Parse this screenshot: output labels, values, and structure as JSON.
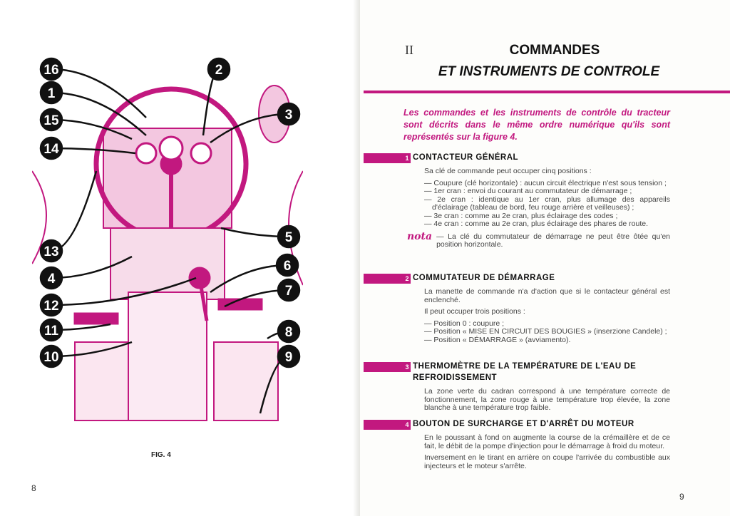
{
  "left_page": {
    "figure_caption": "FIG. 4",
    "page_number": "8",
    "callouts": [
      {
        "label": "16",
        "side": "left"
      },
      {
        "label": "1",
        "side": "left"
      },
      {
        "label": "15",
        "side": "left"
      },
      {
        "label": "14",
        "side": "left"
      },
      {
        "label": "13",
        "side": "left"
      },
      {
        "label": "4",
        "side": "left"
      },
      {
        "label": "12",
        "side": "left"
      },
      {
        "label": "11",
        "side": "left"
      },
      {
        "label": "10",
        "side": "left"
      },
      {
        "label": "2",
        "side": "right"
      },
      {
        "label": "3",
        "side": "right"
      },
      {
        "label": "5",
        "side": "right"
      },
      {
        "label": "6",
        "side": "right"
      },
      {
        "label": "7",
        "side": "right"
      },
      {
        "label": "8",
        "side": "right"
      },
      {
        "label": "9",
        "side": "right"
      }
    ],
    "accent_color": "#c2187f"
  },
  "right_page": {
    "chapter": "II",
    "title_line1": "COMMANDES",
    "title_line2": "ET INSTRUMENTS DE CONTROLE",
    "intro": "Les commandes et les instruments de contrôle du tracteur sont décrits dans le même ordre numérique qu'ils sont représentés sur la figure 4.",
    "page_number": "9",
    "sections": [
      {
        "num": "1",
        "title": "CONTACTEUR GÉNÉRAL",
        "p1": "Sa clé de commande peut occuper cinq positions :",
        "items": [
          "— Coupure (clé horizontale) : aucun circuit électrique n'est sous tension ;",
          "— 1er cran : envoi du courant au commutateur de démarrage ;",
          "— 2e cran : identique au 1er cran, plus allumage des appareils d'éclairage (tableau de bord, feu rouge arrière et veilleuses) ;",
          "— 3e cran : comme au 2e cran, plus éclairage des codes ;",
          "— 4e cran : comme au 2e cran, plus éclairage des phares de route."
        ],
        "nota_label": "nota",
        "nota": "— La clé du commutateur de démarrage ne peut être ôtée qu'en position horizontale."
      },
      {
        "num": "2",
        "title": "COMMUTATEUR DE DÉMARRAGE",
        "p1": "La manette de commande n'a d'action que si le contacteur général est enclenché.",
        "p2": "Il peut occuper trois positions :",
        "items": [
          "— Position 0 : coupure ;",
          "— Position « MISE EN CIRCUIT DES BOUGIES » (inserzione Candele) ;",
          "— Position « DÉMARRAGE » (avviamento)."
        ]
      },
      {
        "num": "3",
        "title": "THERMOMÈTRE DE LA TEMPÉRATURE DE L'EAU DE REFROIDISSEMENT",
        "p1": "La zone verte du cadran correspond à une température correcte de fonctionnement, la zone rouge à une température trop élevée, la zone blanche à une température trop faible."
      },
      {
        "num": "4",
        "title": "BOUTON DE SURCHARGE ET D'ARRÊT DU MOTEUR",
        "p1": "En le poussant à fond on augmente la course de la crémaillère et de ce fait, le débit de la pompe d'injection pour le démarrage à froid du moteur.",
        "p2": "Inversement en le tirant en arrière on coupe l'arrivée du combustible aux injecteurs et le moteur s'arrête."
      }
    ]
  }
}
